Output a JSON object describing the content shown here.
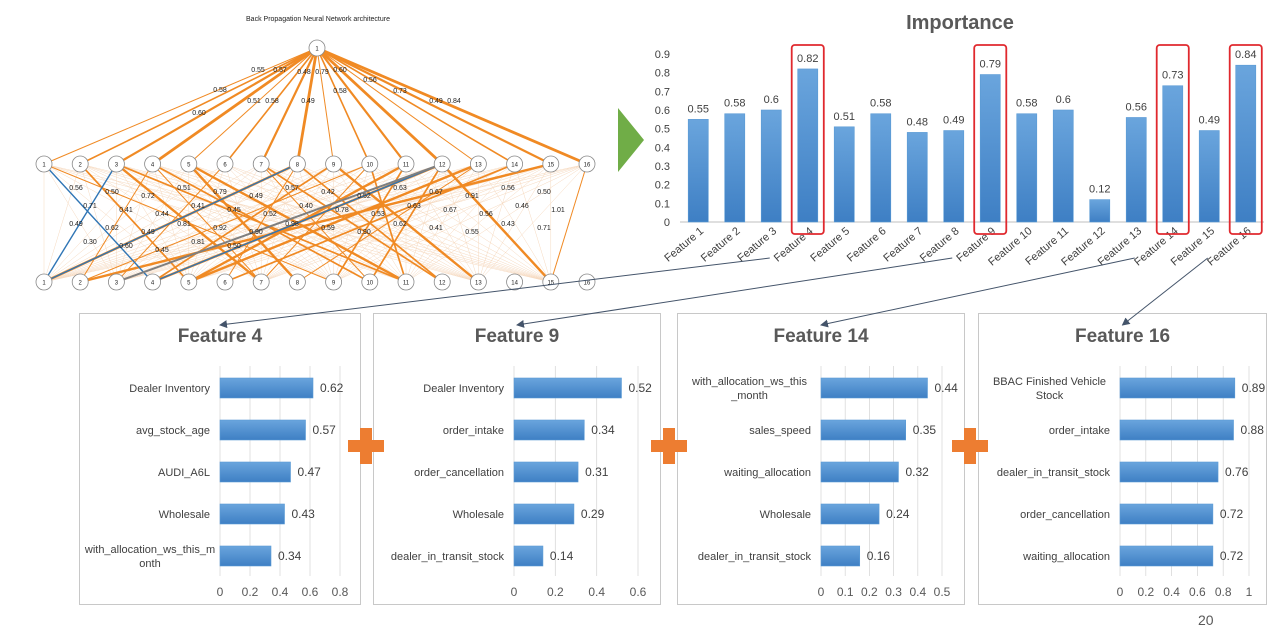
{
  "nn": {
    "title": "Back Propagation Neural Network architecture",
    "output_node": "1",
    "hidden_nodes": [
      "1",
      "2",
      "3",
      "4",
      "5",
      "6",
      "7",
      "8",
      "9",
      "10",
      "11",
      "12",
      "13",
      "14",
      "15",
      "16"
    ],
    "input_nodes": [
      "1",
      "2",
      "3",
      "4",
      "5",
      "6",
      "7",
      "8",
      "9",
      "10",
      "11",
      "12",
      "13",
      "14",
      "15",
      "16"
    ],
    "top_weight_labels": [
      "0.55",
      "0.57",
      "0.48",
      "0.79",
      "0.60",
      "0.58",
      "0.56",
      "0.51",
      "0.58",
      "0.49",
      "0.58",
      "0.73",
      "0.49",
      "0.84",
      "0.60"
    ],
    "mid_weight_labels": [
      "0.56",
      "0.50",
      "0.72",
      "0.51",
      "0.79",
      "0.49",
      "0.57",
      "0.42",
      "0.52",
      "0.63",
      "0.67",
      "0.91",
      "0.56",
      "0.50",
      "0.71",
      "0.41",
      "0.44",
      "0.41",
      "0.45",
      "0.52",
      "0.40",
      "0.78",
      "0.53",
      "0.63",
      "0.67",
      "0.56",
      "0.46",
      "1.01",
      "0.49",
      "0.62",
      "0.49",
      "0.81",
      "0.92",
      "0.90",
      "0.98",
      "0.59",
      "0.90",
      "0.62",
      "0.41",
      "0.55",
      "0.43",
      "0.71",
      "0.30",
      "0.60",
      "0.45",
      "0.81",
      "0.50"
    ],
    "colors": {
      "orange": "#f08a24",
      "blue": "#2f75b5",
      "gray": "#7f7f7f"
    }
  },
  "chart_data": [
    {
      "id": "importance",
      "type": "bar",
      "title": "Importance",
      "categories": [
        "Feature 1",
        "Feature 2",
        "Feature 3",
        "Feature 4",
        "Feature 5",
        "Feature 6",
        "Feature 7",
        "Feature 8",
        "Feature 9",
        "Feature 10",
        "Feature 11",
        "Feature 12",
        "Feature 13",
        "Feature 14",
        "Feature 15",
        "Feature 16"
      ],
      "values": [
        0.55,
        0.58,
        0.6,
        0.82,
        0.51,
        0.58,
        0.48,
        0.49,
        0.79,
        0.58,
        0.6,
        0.12,
        0.56,
        0.73,
        0.49,
        0.84
      ],
      "value_labels": [
        "0.55",
        "0.58",
        "0.6",
        "0.82",
        "0.51",
        "0.58",
        "0.48",
        "0.49",
        "0.79",
        "0.58",
        "0.6",
        "0.12",
        "0.56",
        "0.73",
        "0.49",
        "0.84"
      ],
      "ylim": [
        0,
        0.9
      ],
      "yticks": [
        "0",
        "0.1",
        "0.2",
        "0.3",
        "0.4",
        "0.5",
        "0.6",
        "0.7",
        "0.8",
        "0.9"
      ],
      "highlighted": [
        "Feature 4",
        "Feature 9",
        "Feature 14",
        "Feature 16"
      ],
      "colors": {
        "bar": "#5b9bd5",
        "highlight": "#e0292e"
      }
    },
    {
      "id": "feature4",
      "type": "bar",
      "orientation": "horizontal",
      "title": "Feature 4",
      "categories": [
        "Dealer Inventory",
        "avg_stock_age",
        "AUDI_A6L",
        "Wholesale",
        "with_allocation_ws_this_month"
      ],
      "category_lines": [
        [
          "Dealer Inventory"
        ],
        [
          "avg_stock_age"
        ],
        [
          "AUDI_A6L"
        ],
        [
          "Wholesale"
        ],
        [
          "with_allocation_ws_this_m",
          "onth"
        ]
      ],
      "values": [
        0.62,
        0.57,
        0.47,
        0.43,
        0.34
      ],
      "value_labels": [
        "0.62",
        "0.57",
        "0.47",
        "0.43",
        "0.34"
      ],
      "xlim": [
        0,
        0.8
      ],
      "xticks": [
        "0",
        "0.2",
        "0.4",
        "0.6",
        "0.8"
      ]
    },
    {
      "id": "feature9",
      "type": "bar",
      "orientation": "horizontal",
      "title": "Feature 9",
      "categories": [
        "Dealer Inventory",
        "order_intake",
        "order_cancellation",
        "Wholesale",
        "dealer_in_transit_stock"
      ],
      "category_lines": [
        [
          "Dealer Inventory"
        ],
        [
          "order_intake"
        ],
        [
          "order_cancellation"
        ],
        [
          "Wholesale"
        ],
        [
          "dealer_in_transit_stock"
        ]
      ],
      "values": [
        0.52,
        0.34,
        0.31,
        0.29,
        0.14
      ],
      "value_labels": [
        "0.52",
        "0.34",
        "0.31",
        "0.29",
        "0.14"
      ],
      "xlim": [
        0,
        0.6
      ],
      "xticks": [
        "0",
        "0.2",
        "0.4",
        "0.6"
      ]
    },
    {
      "id": "feature14",
      "type": "bar",
      "orientation": "horizontal",
      "title": "Feature 14",
      "categories": [
        "with_allocation_ws_this_month",
        "sales_speed",
        "waiting_allocation",
        "Wholesale",
        "dealer_in_transit_stock"
      ],
      "category_lines": [
        [
          "with_allocation_ws_this",
          "_month"
        ],
        [
          "sales_speed"
        ],
        [
          "waiting_allocation"
        ],
        [
          "Wholesale"
        ],
        [
          "dealer_in_transit_stock"
        ]
      ],
      "values": [
        0.44,
        0.35,
        0.32,
        0.24,
        0.16
      ],
      "value_labels": [
        "0.44",
        "0.35",
        "0.32",
        "0.24",
        "0.16"
      ],
      "xlim": [
        0,
        0.5
      ],
      "xticks": [
        "0",
        "0.1",
        "0.2",
        "0.3",
        "0.4",
        "0.5"
      ]
    },
    {
      "id": "feature16",
      "type": "bar",
      "orientation": "horizontal",
      "title": "Feature 16",
      "categories": [
        "BBAC Finished Vehicle Stock",
        "order_intake",
        "dealer_in_transit_stock",
        "order_cancellation",
        "waiting_allocation"
      ],
      "category_lines": [
        [
          "BBAC Finished Vehicle",
          "Stock"
        ],
        [
          "order_intake"
        ],
        [
          "dealer_in_transit_stock"
        ],
        [
          "order_cancellation"
        ],
        [
          "waiting_allocation"
        ]
      ],
      "values": [
        0.89,
        0.88,
        0.76,
        0.72,
        0.72
      ],
      "value_labels": [
        "0.89",
        "0.88",
        "0.76",
        "0.72",
        "0.72"
      ],
      "xlim": [
        0,
        1
      ],
      "xticks": [
        "0",
        "0.2",
        "0.4",
        "0.6",
        "0.8",
        "1"
      ]
    }
  ],
  "plus_icon_name": "plus-icon",
  "plus_color": "#ed7d31",
  "page_number": "20"
}
